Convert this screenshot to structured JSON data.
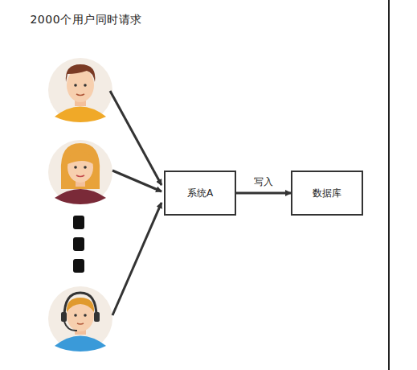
{
  "diagram": {
    "title": "2000个用户同时请求",
    "nodes": [
      {
        "text": [
          "系统A"
        ]
      },
      {
        "text": [
          "数据库"
        ]
      }
    ],
    "edges": [
      {
        "from": 0,
        "to": 1,
        "label": "写入",
        "arrow": "to"
      }
    ]
  }
}
